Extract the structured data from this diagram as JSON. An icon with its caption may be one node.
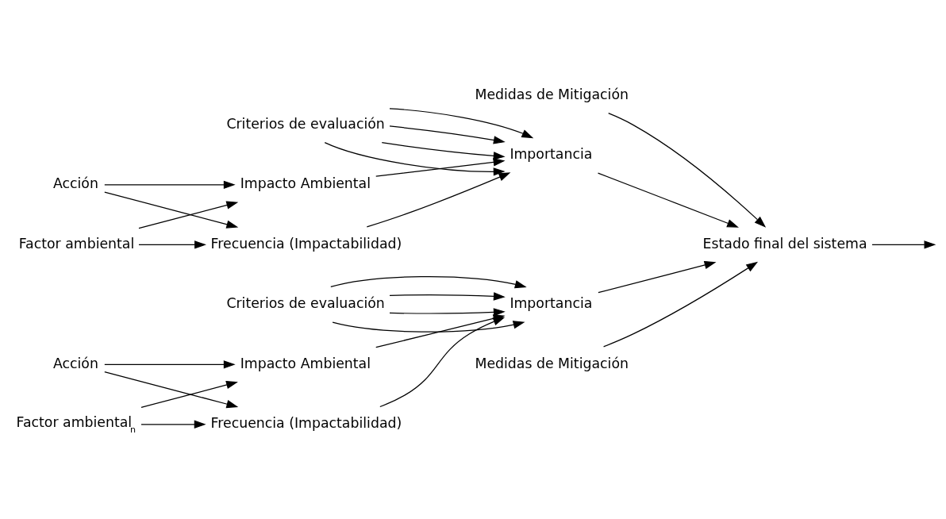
{
  "diagram": {
    "nodes": [
      {
        "text": [
          "Acción"
        ]
      },
      {
        "text": [
          "Criterios de evaluación"
        ]
      },
      {
        "text": [
          "Medidas de Mitigación"
        ]
      },
      {
        "text": [
          "Factor ambiental"
        ]
      },
      {
        "text": [
          "Impacto Ambiental"
        ]
      },
      {
        "text": [
          "Importancia"
        ]
      },
      {
        "text": [
          "Frecuencia (Impactabilidad)"
        ]
      },
      {
        "text": [
          "Estado final del sistema"
        ]
      },
      {
        "text": [
          "Acción"
        ]
      },
      {
        "text": [
          "Criterios de evaluación"
        ]
      },
      {
        "text": [
          "Factor ambiental$_{n}$"
        ]
      },
      {
        "text": [
          "Impacto Ambiental"
        ]
      },
      {
        "text": [
          "Importancia"
        ]
      },
      {
        "text": [
          "Frecuencia (Impactabilidad)"
        ]
      },
      {
        "text": [
          "Medidas de Mitigación"
        ]
      }
    ],
    "edges": [
      {
        "from": 0,
        "to": 4,
        "arrow": "to"
      },
      {
        "from": 3,
        "to": 4,
        "arrow": "to"
      },
      {
        "from": 0,
        "to": 6,
        "arrow": "to"
      },
      {
        "from": 3,
        "to": 6,
        "arrow": "to"
      },
      {
        "from": 1,
        "to": 5,
        "arrow": "to"
      },
      {
        "from": 1,
        "to": 5,
        "arrow": "to"
      },
      {
        "from": 1,
        "to": 5,
        "arrow": "to"
      },
      {
        "from": 1,
        "to": 5,
        "arrow": "to"
      },
      {
        "from": 4,
        "to": 5,
        "arrow": "to"
      },
      {
        "from": 6,
        "to": 5,
        "arrow": "to"
      },
      {
        "from": 5,
        "to": 7,
        "arrow": "to"
      },
      {
        "from": 2,
        "to": 7,
        "arrow": "to"
      },
      {
        "from": 8,
        "to": 11,
        "arrow": "to"
      },
      {
        "from": 10,
        "to": 11,
        "arrow": "to"
      },
      {
        "from": 8,
        "to": 13,
        "arrow": "to"
      },
      {
        "from": 10,
        "to": 13,
        "arrow": "to"
      },
      {
        "from": 9,
        "to": 12,
        "arrow": "to"
      },
      {
        "from": 9,
        "to": 12,
        "arrow": "to"
      },
      {
        "from": 9,
        "to": 12,
        "arrow": "to"
      },
      {
        "from": 9,
        "to": 12,
        "arrow": "to"
      },
      {
        "from": 11,
        "to": 12,
        "arrow": "to"
      },
      {
        "from": 13,
        "to": 12,
        "arrow": "to"
      },
      {
        "from": 12,
        "to": 7,
        "arrow": "to"
      },
      {
        "from": 14,
        "to": 7,
        "arrow": "to"
      },
      {
        "from": 7,
        "to": null,
        "arrow": "to"
      }
    ]
  }
}
